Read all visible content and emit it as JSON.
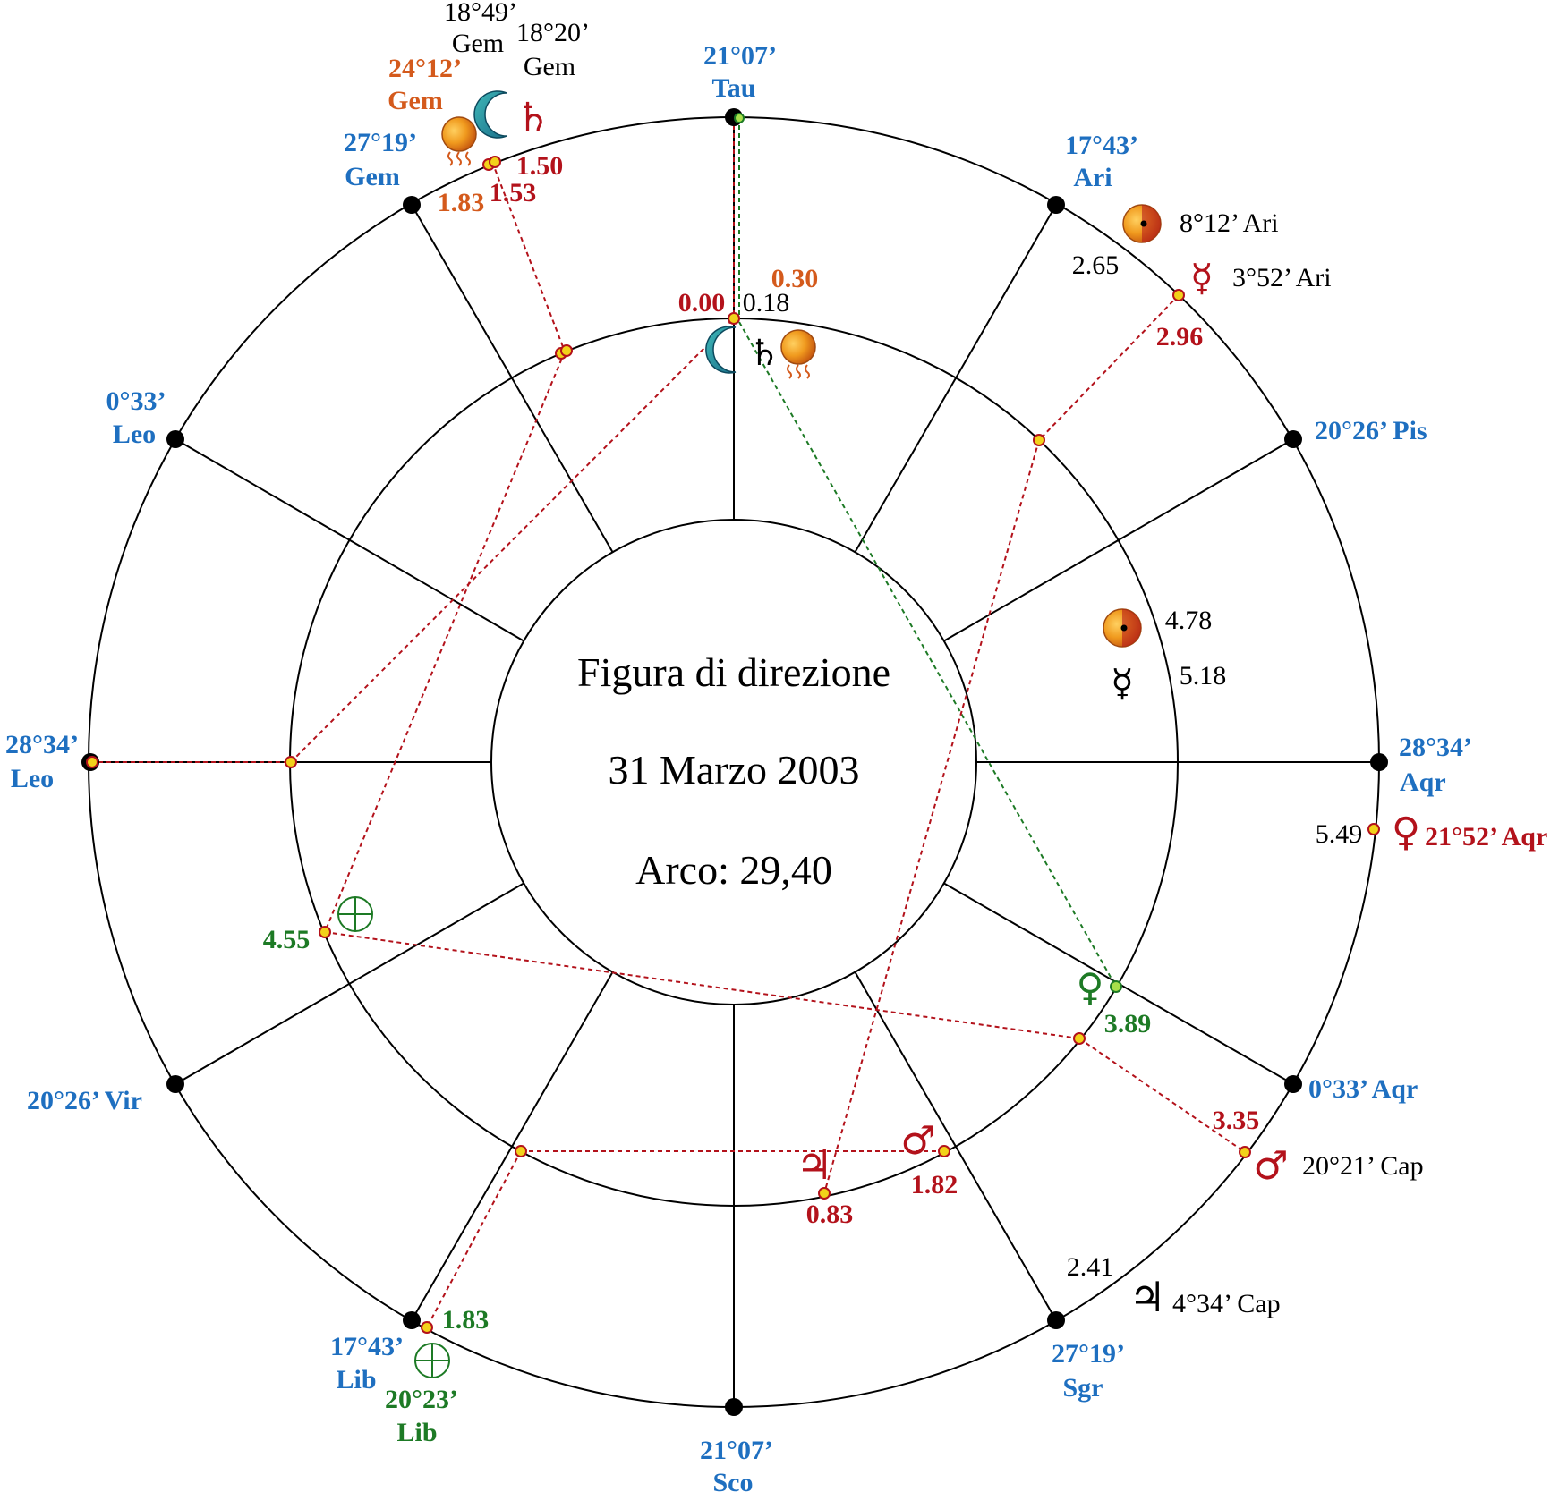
{
  "diagram": {
    "title": "Figura di direzione",
    "date": "31 Marzo 2003",
    "arc": "Arco: 29,40"
  },
  "colors": {
    "house_blue": "#1e6fc0",
    "red": "#b3121b",
    "orange": "#d45a1c",
    "green": "#1d7a25",
    "black": "#000000",
    "marker_yellow": "#f2d21a",
    "marker_green": "#a8e04a"
  },
  "houses": {
    "h10": "21°07’",
    "h10_sign": "Tau",
    "h11": "17°43’",
    "h11_sign": "Ari",
    "h12": "20°26’ Pis",
    "h1": "28°34’",
    "h1_sign": "Aqr",
    "h2": "0°33’ Aqr",
    "h3": "27°19’",
    "h3_sign": "Sgr",
    "h4": "21°07’",
    "h4_sign": "Sco",
    "h5": "17°43’",
    "h5_sign": "Lib",
    "h6": "20°26’ Vir",
    "h7": "28°34’",
    "h7_sign": "Leo",
    "h8": "0°33’",
    "h8_sign": "Leo",
    "h9": "27°19’",
    "h9_sign": "Gem"
  },
  "planets": {
    "moon_pos": "18°49’",
    "moon_sign": "Gem",
    "saturn_pos": "18°20’",
    "saturn_sign": "Gem",
    "sun_pos": "24°12’",
    "sun_sign": "Gem",
    "mars_ari_pos": "8°12’ Ari",
    "mercury_pos": "3°52’ Ari",
    "venus_pos": "21°52’ Aqr",
    "mars_pos": "20°21’ Cap",
    "jupiter_pos": "4°34’ Cap",
    "fortune_pos": "20°23’",
    "fortune_sign": "Lib"
  },
  "values": {
    "v150": "1.50",
    "v153": "1.53",
    "v183_top": "1.83",
    "v030": "0.30",
    "v000": "0.00",
    "v018": "0.18",
    "v265": "2.65",
    "v296": "2.96",
    "v478": "4.78",
    "v518": "5.18",
    "v549": "5.49",
    "v455": "4.55",
    "v389": "3.89",
    "v335": "3.35",
    "v182": "1.82",
    "v083": "0.83",
    "v241": "2.41",
    "v183_bottom": "1.83"
  },
  "glyph_icons": {
    "sun": "sun-icon",
    "moon": "moon-icon",
    "saturn": "saturn-icon",
    "mercury": "mercury-icon",
    "venus": "venus-icon",
    "mars": "mars-icon",
    "jupiter": "jupiter-icon",
    "fortune": "part-of-fortune-icon"
  }
}
